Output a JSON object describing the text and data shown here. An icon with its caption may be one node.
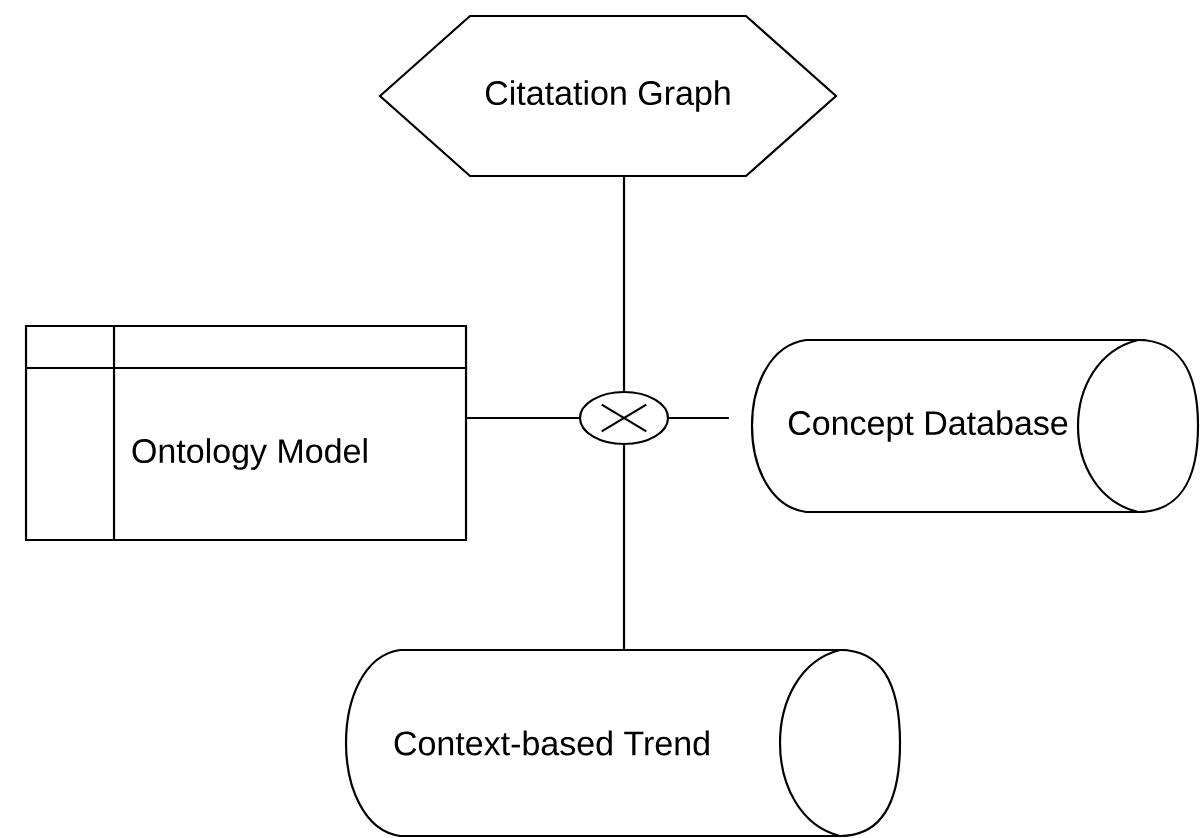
{
  "diagram": {
    "nodes": [
      {
        "text": [
          "Citatation Graph"
        ]
      },
      {
        "text": [
          "Ontology Model"
        ]
      },
      {
        "text": [],
        "shape": "circle"
      },
      {
        "text": [
          "Concept Database"
        ]
      },
      {
        "text": [
          "Context-based Trend"
        ]
      }
    ],
    "edges": [
      {
        "from": 0,
        "to": 2,
        "arrow": "none"
      },
      {
        "from": 1,
        "to": 2,
        "arrow": "none"
      },
      {
        "from": 2,
        "to": 3,
        "arrow": "none"
      },
      {
        "from": 2,
        "to": 4,
        "arrow": "none"
      }
    ]
  }
}
